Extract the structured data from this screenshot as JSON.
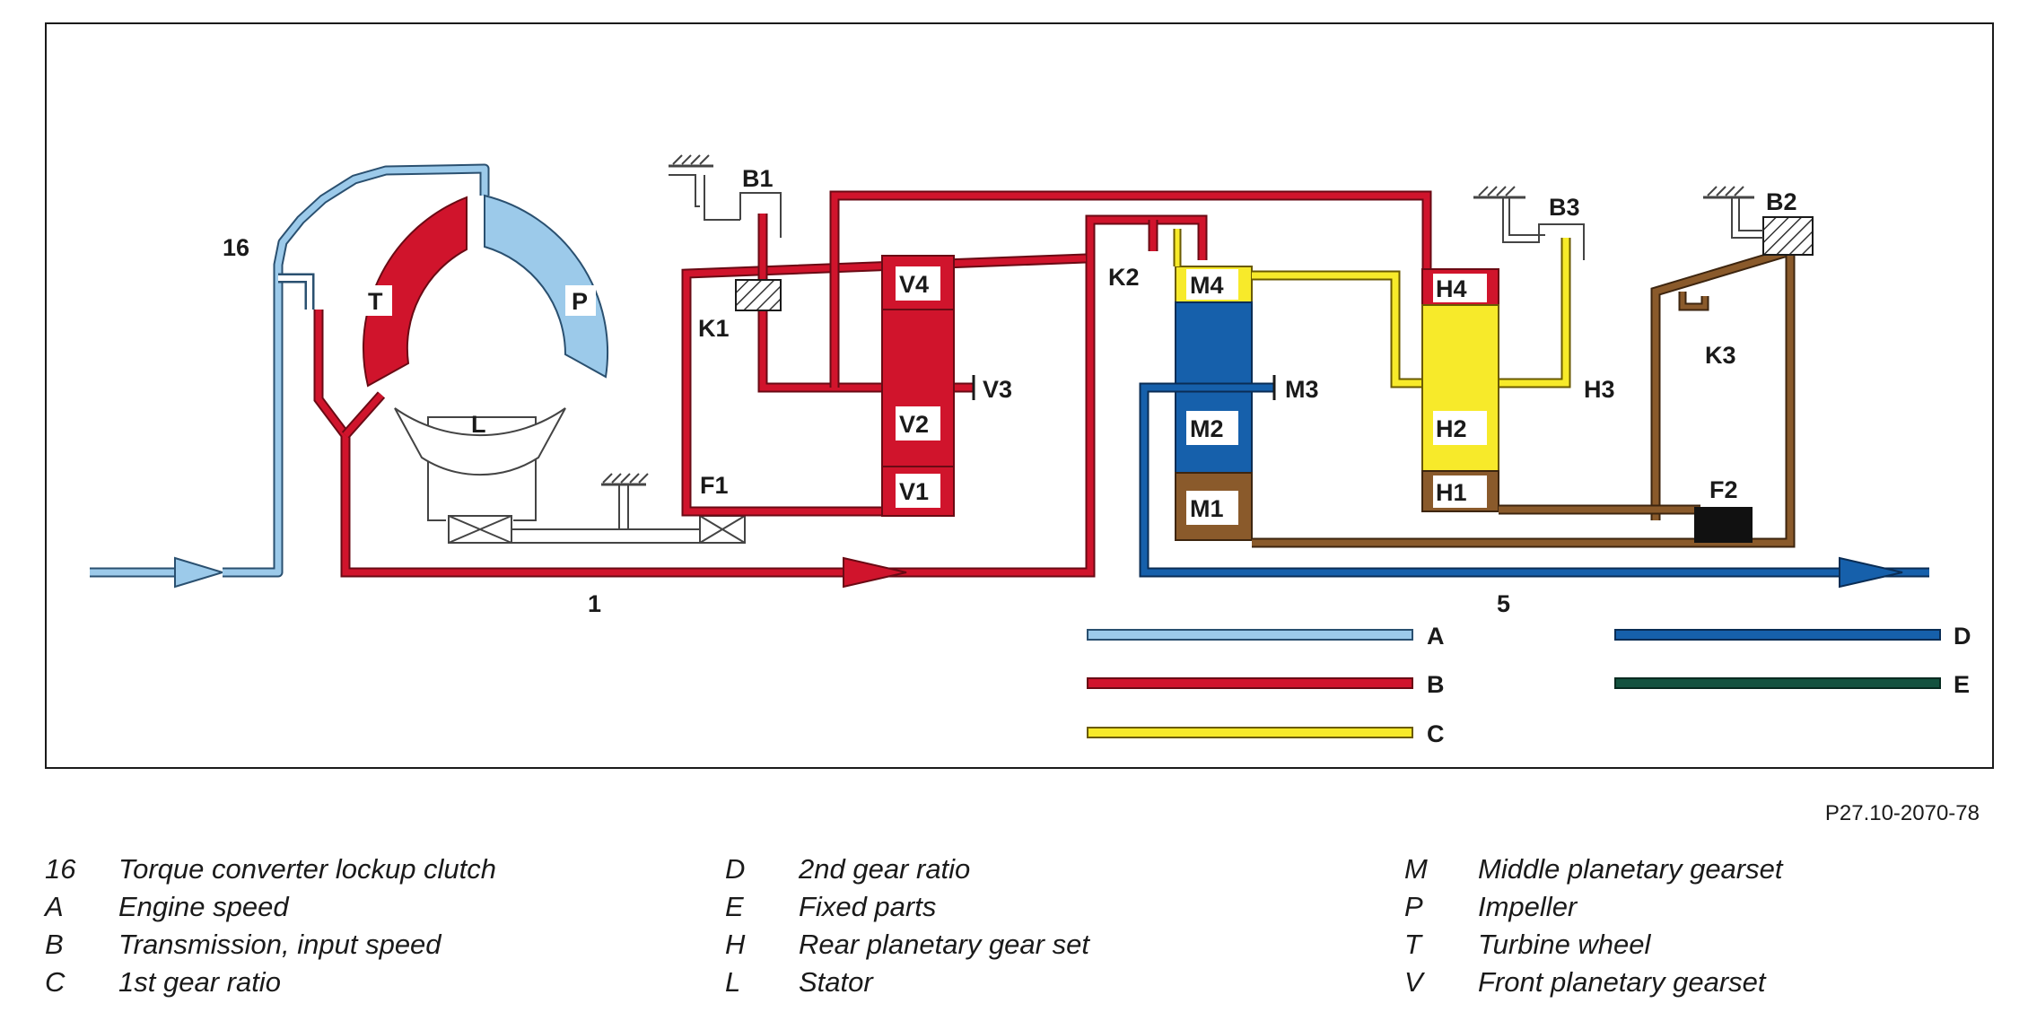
{
  "diagram": {
    "labels": {
      "n16": "16",
      "n1": "1",
      "n5": "5",
      "T": "T",
      "P": "P",
      "L": "L",
      "B1": "B1",
      "B2": "B2",
      "B3": "B3",
      "K1": "K1",
      "K2": "K2",
      "K3": "K3",
      "F1": "F1",
      "F2": "F2",
      "V1": "V1",
      "V2": "V2",
      "V3": "V3",
      "V4": "V4",
      "M1": "M1",
      "M2": "M2",
      "M3": "M3",
      "M4": "M4",
      "H1": "H1",
      "H2": "H2",
      "H3": "H3",
      "H4": "H4"
    },
    "key": [
      {
        "letter": "A",
        "color": "#9ccaea"
      },
      {
        "letter": "B",
        "color": "#d0142c"
      },
      {
        "letter": "C",
        "color": "#f7ea2a"
      },
      {
        "letter": "D",
        "color": "#1660ab"
      },
      {
        "letter": "E",
        "color": "#13523f"
      }
    ],
    "colors": {
      "engine": "#9ccaea",
      "input": "#d0142c",
      "first_gear": "#f7ea2a",
      "second_gear": "#1660ab",
      "fixed": "#13523f",
      "brown": "#8a5a2b",
      "black": "#111111"
    }
  },
  "figure_code": "P27.10-2070-78",
  "legend": {
    "col1": [
      {
        "key": "16",
        "text": "Torque converter lockup clutch"
      },
      {
        "key": "A",
        "text": "Engine speed"
      },
      {
        "key": "B",
        "text": "Transmission, input speed"
      },
      {
        "key": "C",
        "text": "1st gear ratio"
      }
    ],
    "col2": [
      {
        "key": "D",
        "text": "2nd gear ratio"
      },
      {
        "key": "E",
        "text": "Fixed parts"
      },
      {
        "key": "H",
        "text": "Rear planetary gear set"
      },
      {
        "key": "L",
        "text": "Stator"
      }
    ],
    "col3": [
      {
        "key": "M",
        "text": "Middle planetary gearset"
      },
      {
        "key": "P",
        "text": "Impeller"
      },
      {
        "key": "T",
        "text": "Turbine wheel"
      },
      {
        "key": "V",
        "text": "Front planetary gearset"
      }
    ]
  }
}
